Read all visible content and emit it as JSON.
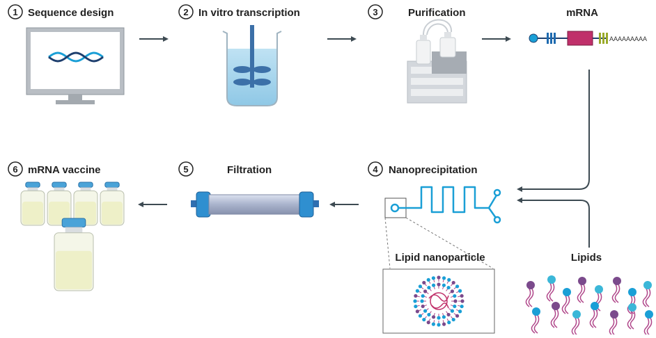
{
  "steps": {
    "s1": {
      "number": "1",
      "label": "Sequence design"
    },
    "s2": {
      "number": "2",
      "label": "In vitro transcription"
    },
    "s3": {
      "number": "3",
      "label": "Purification"
    },
    "s4": {
      "number": "4",
      "label": "Nanoprecipitation"
    },
    "s5": {
      "number": "5",
      "label": "Filtration"
    },
    "s6": {
      "number": "6",
      "label": "mRNA vaccine"
    }
  },
  "mrna": {
    "label": "mRNA",
    "tail": "AAAAAAAAA"
  },
  "lnp": {
    "label": "Lipid nanoparticle"
  },
  "lipids": {
    "label": "Lipids"
  },
  "colors": {
    "blue": "#1a9fd6",
    "dark_arrow": "#3d4a52",
    "magenta": "#c0306a",
    "purple": "#7b4a8c",
    "vial_liquid": "#eef0c8"
  }
}
